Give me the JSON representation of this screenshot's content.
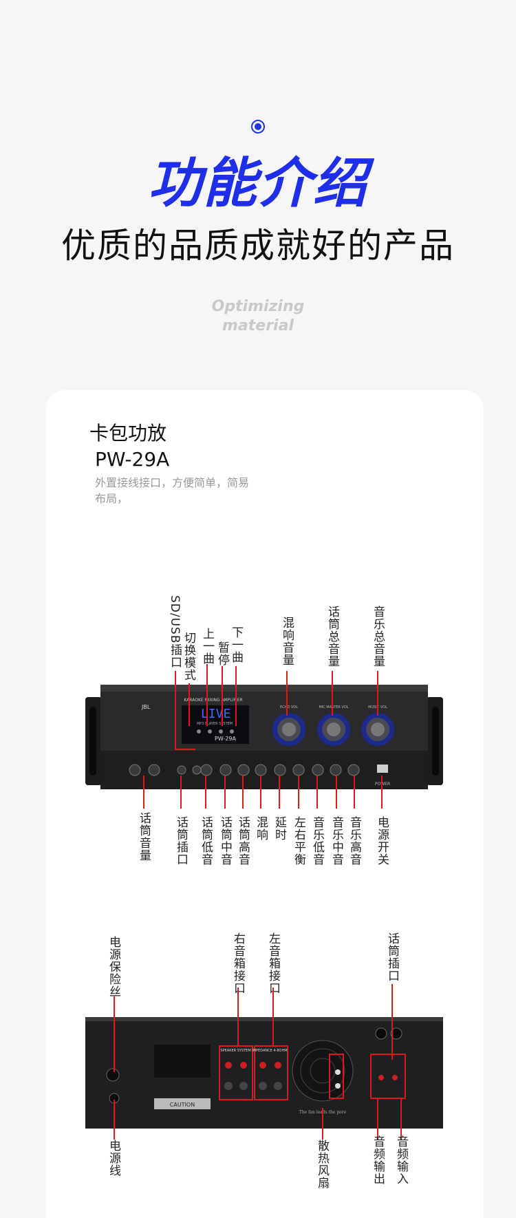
{
  "header": {
    "title": "功能介绍",
    "subtitle": "优质的品质成就好的产品",
    "en_line1": "Optimizing",
    "en_line2": "material"
  },
  "product": {
    "name": "卡包功放",
    "model": "PW-29A",
    "description": "外置接线接口，方便简单，简易布局，"
  },
  "front_labels_top": [
    "SD/USB插口",
    "切换模式",
    "上一曲",
    "暂停",
    "下一曲",
    "混响音量",
    "话筒总音量",
    "音乐总音量"
  ],
  "front_labels_bottom": [
    "话筒音量",
    "话筒插口",
    "话筒低音",
    "话筒中音",
    "话筒高音",
    "混响",
    "延时",
    "左右平衡",
    "音乐低音",
    "音乐中音",
    "音乐高音",
    "电源开关"
  ],
  "rear_labels_top": [
    "电源保险丝",
    "右音箱接口",
    "左音箱接口",
    "话筒插口"
  ],
  "rear_labels_bottom": [
    "电源线",
    "散热风扇",
    "音频输出",
    "音频输入"
  ],
  "device_front": {
    "brand": "JBL",
    "model_text": "PW-29A",
    "top_banner": "KARAOKE MIXING AMPLIFIER",
    "display": "LIVE",
    "player_label": "MP3 PLAYER SYSTEM",
    "knob_labels": [
      "ECHO VOL",
      "MIC MASTER VOL",
      "MUSIC VOL"
    ],
    "power_label": "POWER"
  },
  "device_rear": {
    "speaker_label": "SPEAKER SYSTEM IMPEDANCE 4-8OHM",
    "caution": "CAUTION",
    "fan_text": "The fan leads the pore"
  },
  "colors": {
    "accent": "#1f2ee8",
    "callout": "#e01818",
    "text": "#222222"
  }
}
